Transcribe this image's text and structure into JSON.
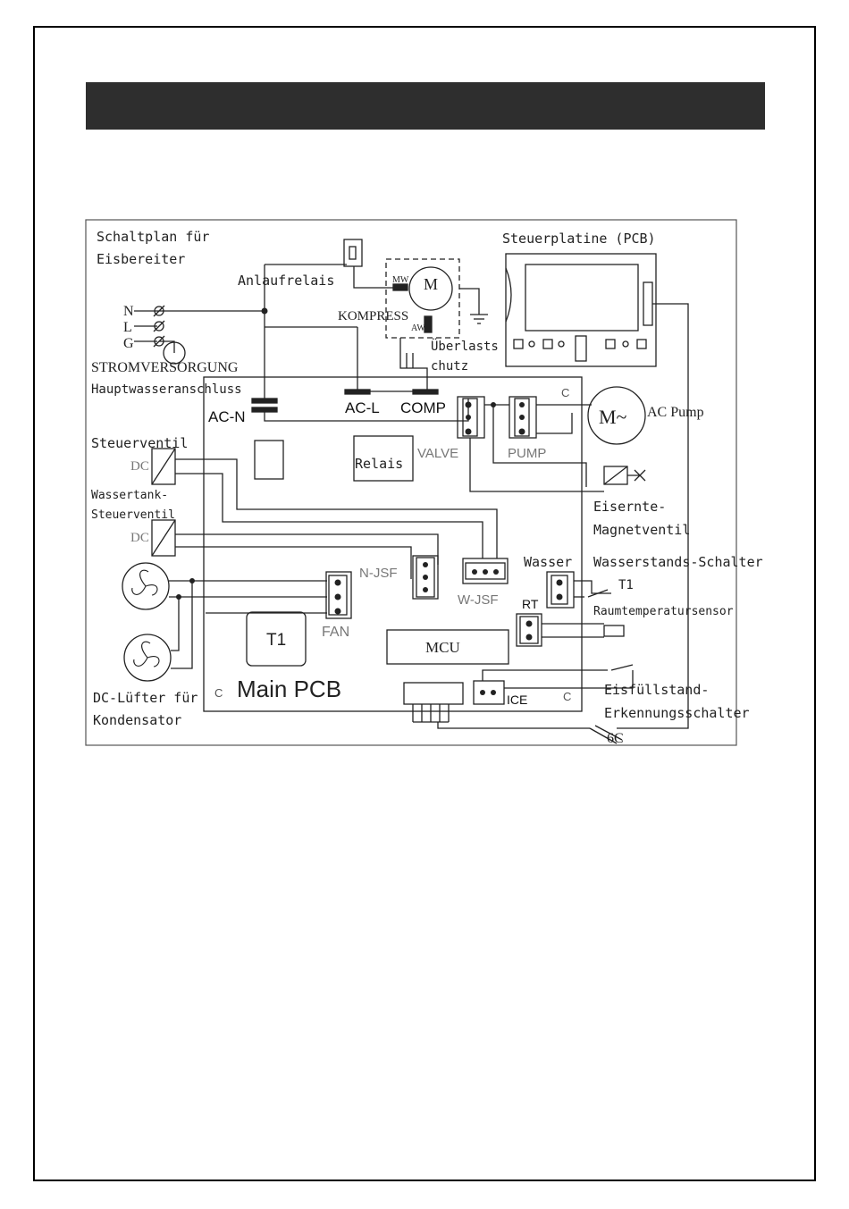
{
  "diagram_labels": {
    "title": "Schaltplan für",
    "title2": "Eisbereiter",
    "pcb_title": "Steuerplatine (PCB)",
    "start_relay": "Anlaufrelais",
    "compressor": "KOMPRESS",
    "mw": "MW",
    "aw": "AW",
    "motor": "M",
    "overload1": "Überlasts",
    "overload2": "chutz",
    "n": "N",
    "l": "L",
    "g": "G",
    "power_supply": "STROMVERSORGUNG",
    "main_water": "Hauptwasseranschluss",
    "acn": "AC-N",
    "acl": "AC-L",
    "comp": "COMP",
    "c_tr": "C",
    "c_bl": "C",
    "c_br": "C",
    "ac_pump": "AC Pump",
    "pump_motor": "M~",
    "control_valve": "Steuerventil",
    "dc1": "DC",
    "relay": "Relais",
    "valve": "VALVE",
    "pump": "PUMP",
    "ice_harvest1": "Eisernte-",
    "ice_harvest2": "Magnetventil",
    "tank_valve1": "Wassertank-",
    "tank_valve2": "Steuerventil",
    "dc2": "DC",
    "njsf": "N-JSF",
    "wjsf": "W-JSF",
    "wasser": "Wasser",
    "level_switch": "Wasserstands-Schalter",
    "t1_sensor": "T1",
    "rt": "RT",
    "room_sensor": "Raumtemperatursensor",
    "fan": "FAN",
    "t1": "T1",
    "mcu": "MCU",
    "main_pcb": "Main PCB",
    "dc_fan1": "DC-Lüfter für",
    "dc_fan2": "Kondensator",
    "ice": "ICE",
    "ice_level1": "Eisfüllstand-",
    "ice_level2": "Erkennungsschalter",
    "six_c": "6C"
  }
}
